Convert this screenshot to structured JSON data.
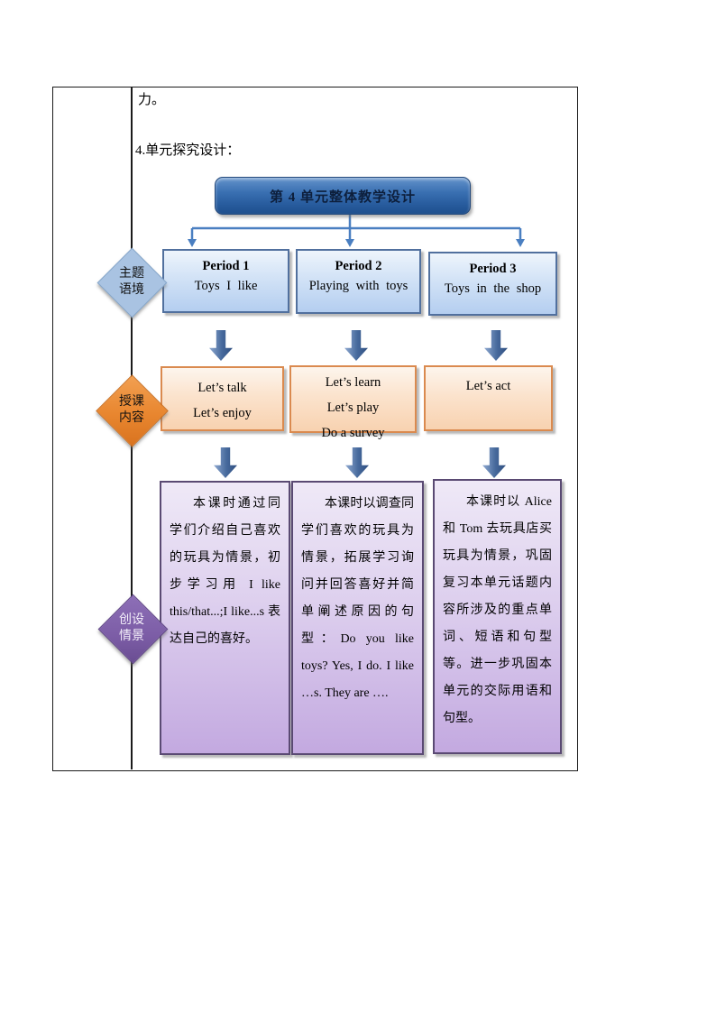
{
  "page": {
    "leading_text": "力。",
    "section_label": "4.单元探究设计："
  },
  "diagram": {
    "title": "第 4 单元整体教学设计",
    "labels": [
      {
        "line1": "主题",
        "line2": "语境"
      },
      {
        "line1": "授课",
        "line2": "内容"
      },
      {
        "line1": "创设",
        "line2": "情景"
      }
    ],
    "periods": [
      {
        "title": "Period 1",
        "subtitle": "Toys I like"
      },
      {
        "title": "Period 2",
        "subtitle": "Playing with toys"
      },
      {
        "title": "Period 3",
        "subtitle": "Toys in the shop"
      }
    ],
    "contents": [
      {
        "lines": [
          "Let’s talk",
          "Let’s enjoy"
        ]
      },
      {
        "lines": [
          "Let’s learn",
          "Let’s play",
          "Do a survey"
        ]
      },
      {
        "lines": [
          "Let’s act"
        ]
      }
    ],
    "scenes": [
      {
        "text": "本课时通过同学们介绍自己喜欢的玩具为情景，初步学习用 I like this/that...;I like...s 表达自己的喜好。"
      },
      {
        "text": "本课时以调查同学们喜欢的玩具为情景，拓展学习询问并回答喜好并简单阐述原因的句型：Do you like toys? Yes, I do. I like …s. They are …."
      },
      {
        "text": "本课时以 Alice 和 Tom 去玩具店买玩具为情景，巩固复习本单元话题内容所涉及的重点单词、短语和句型等。进一步巩固本单元的交际用语和句型。"
      }
    ],
    "colors": {
      "banner_fill": "#2F66A7",
      "connector": "#4A7FC1",
      "block_arrow": "#3A5E93",
      "period_border": "#51709E",
      "content_border": "#DA8A4F",
      "scene_border": "#5A4A73",
      "diamond_theme": "#A9C3E2",
      "diamond_content": "#E8862F",
      "diamond_scene": "#7C5DA6"
    }
  }
}
